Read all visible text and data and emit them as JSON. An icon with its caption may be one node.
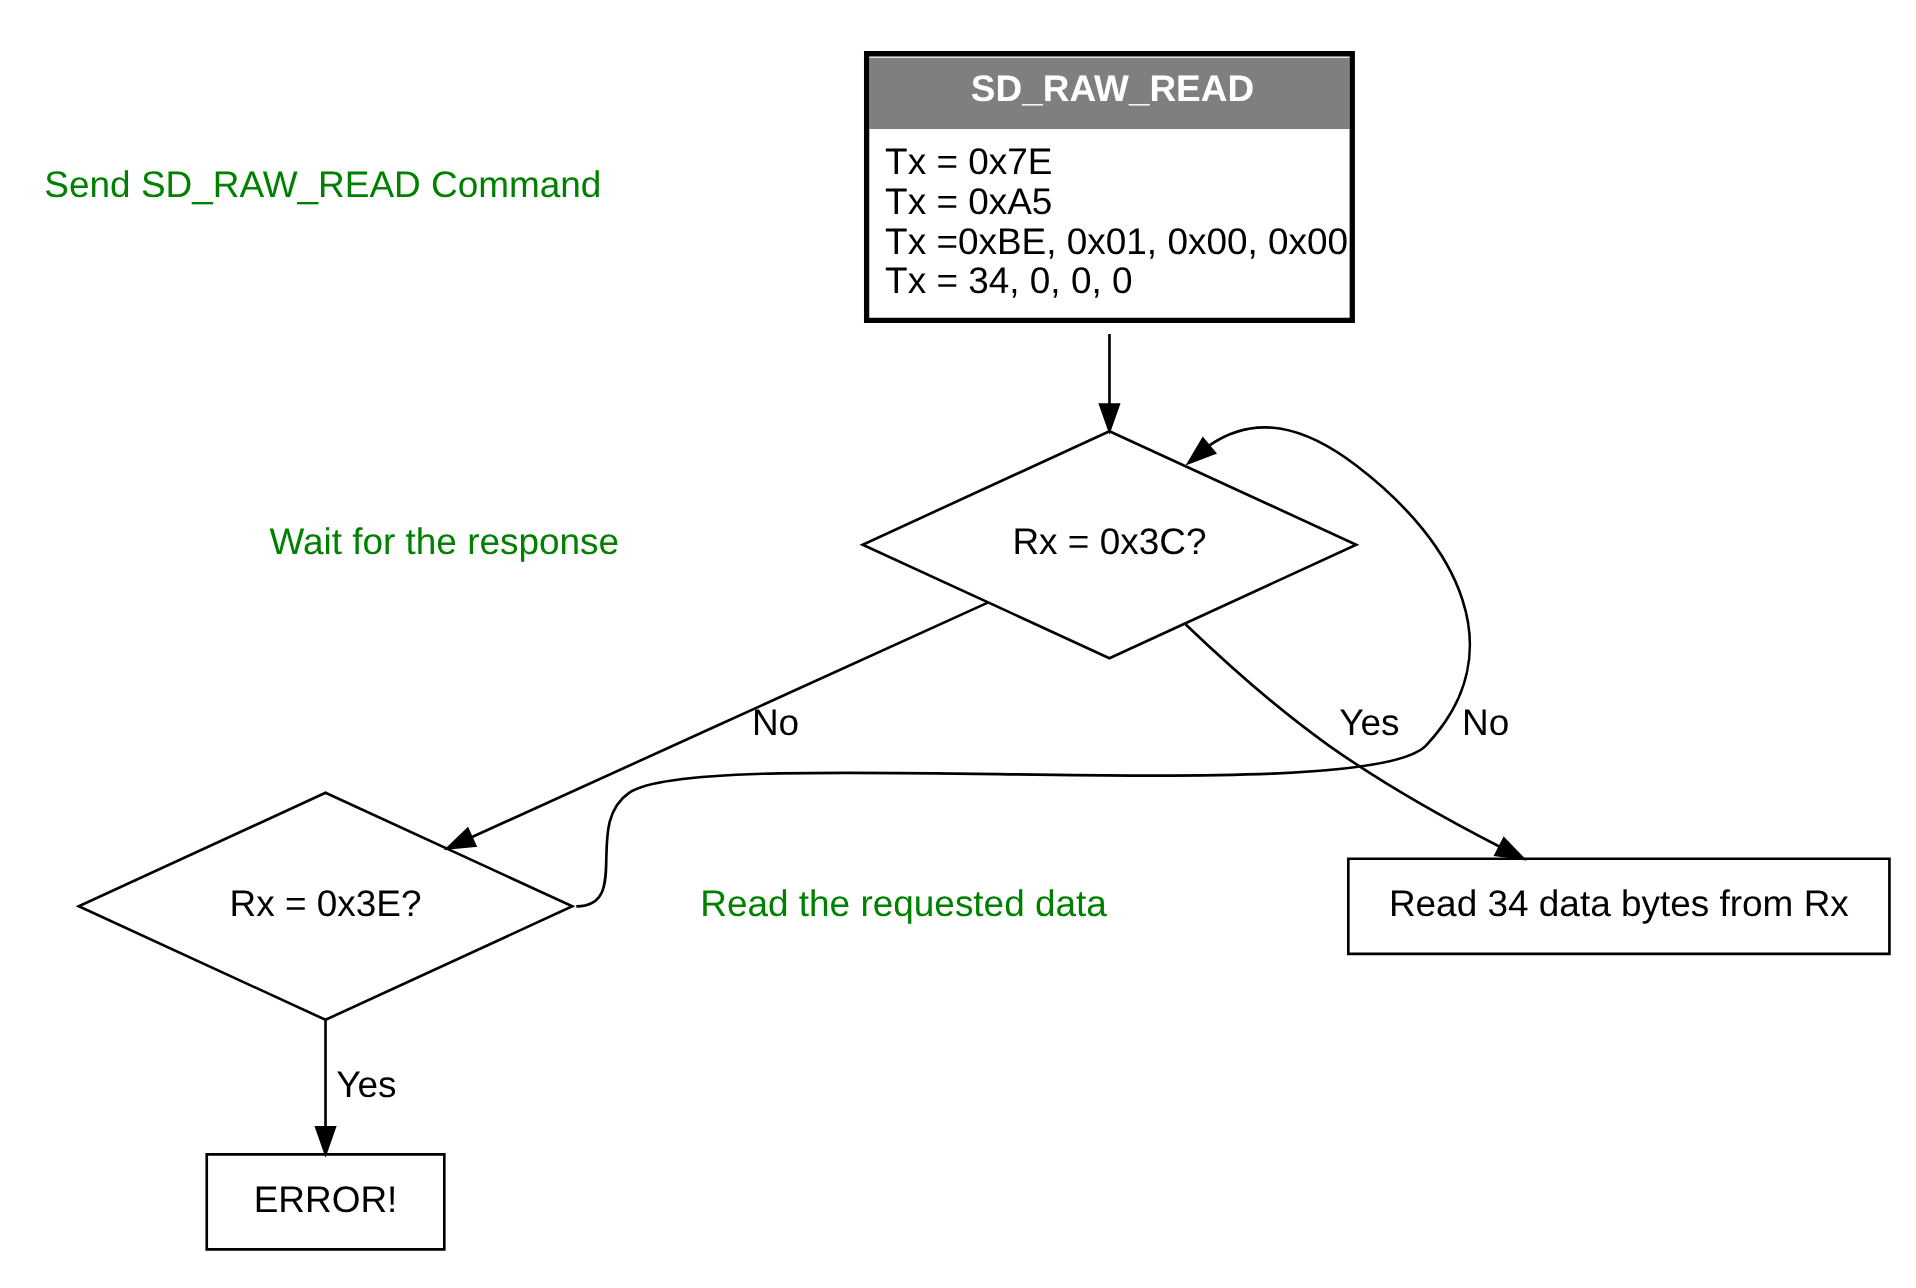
{
  "diagram": {
    "nodes": [
      {
        "text": [
          "SD_RAW_READ",
          "Tx = 0x7E",
          "Tx = 0xA5",
          "Tx =0xBE, 0x01, 0x00, 0x00",
          "Tx = 34, 0, 0, 0"
        ]
      },
      {
        "text": [
          "Rx = 0x3C?"
        ]
      },
      {
        "text": [
          "Rx = 0x3E?"
        ]
      },
      {
        "text": [
          "Read 34 data bytes from Rx"
        ]
      },
      {
        "text": [
          "ERROR!"
        ]
      }
    ],
    "edges": [
      {
        "from": 0,
        "to": 1,
        "arrow": "to"
      },
      {
        "from": 1,
        "to": 2,
        "arrow": "to",
        "label": "No"
      },
      {
        "from": 1,
        "to": 3,
        "arrow": "to",
        "label": "Yes"
      },
      {
        "from": 2,
        "to": 4,
        "arrow": "to",
        "label": "Yes"
      },
      {
        "from": 2,
        "to": 1,
        "arrow": "to",
        "label": "No"
      }
    ],
    "labels": [
      "Send SD_RAW_READ Command",
      "Wait for the response",
      "Read the requested data"
    ]
  }
}
